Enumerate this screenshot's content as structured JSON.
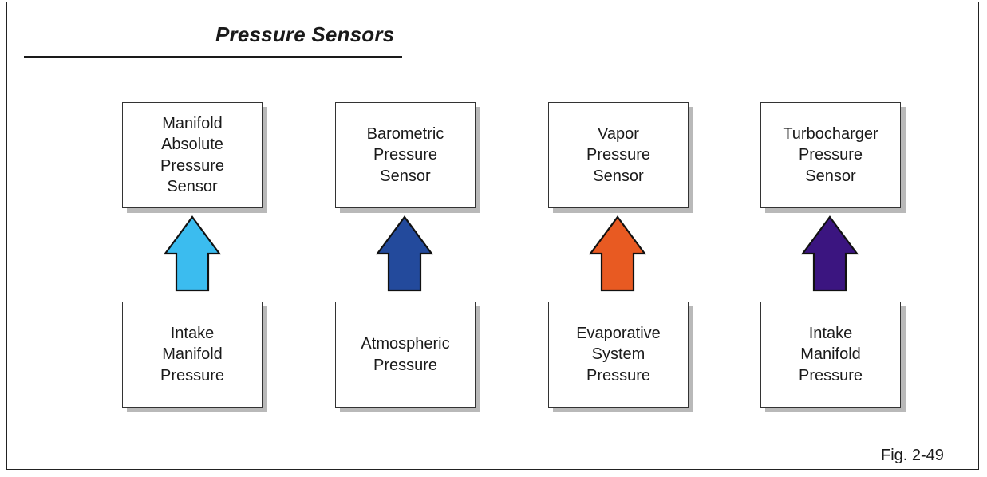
{
  "title": "Pressure Sensors",
  "figure_label": "Fig. 2-49",
  "columns": [
    {
      "sensor": "Manifold\nAbsolute\nPressure\nSensor",
      "source": "Intake\nManifold\nPressure",
      "arrow_color": "#3bbcef"
    },
    {
      "sensor": "Barometric\nPressure\nSensor",
      "source": "Atmospheric\nPressure",
      "arrow_color": "#234a9c"
    },
    {
      "sensor": "Vapor\nPressure\nSensor",
      "source": "Evaporative\nSystem\nPressure",
      "arrow_color": "#e85a22"
    },
    {
      "sensor": "Turbocharger\nPressure\nSensor",
      "source": "Intake\nManifold\nPressure",
      "arrow_color": "#3b1580"
    }
  ]
}
